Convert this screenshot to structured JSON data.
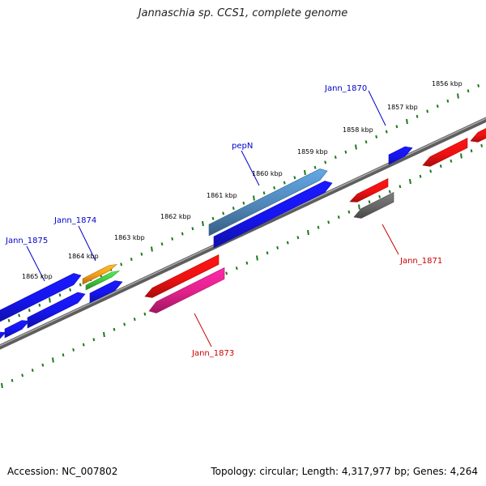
{
  "title": "Jannaschia sp. CCS1, complete genome",
  "footer": {
    "accession": "Accession: NC_007802",
    "topology": "Topology: circular; Length: 4,317,977 bp; Genes: 4,264"
  },
  "colors": {
    "backbone": "#808080",
    "tick": "#1a7a1a",
    "label_forward": "#0000cc",
    "label_reverse": "#cc0000",
    "blue": "#1515ee",
    "steel": "#4f86b8",
    "red": "#ee1111",
    "pink": "#e0218a",
    "gray": "#666666",
    "orange": "#f39a1a",
    "green": "#3ec23e"
  },
  "map": {
    "kbp_markers": [
      "1856 kbp",
      "1857 kbp",
      "1858 kbp",
      "1859 kbp",
      "1860 kbp",
      "1861 kbp",
      "1862 kbp",
      "1863 kbp",
      "1864 kbp",
      "1865 kbp"
    ],
    "gene_labels": [
      {
        "name": "Jann_1870",
        "strand": "forward"
      },
      {
        "name": "pepN",
        "strand": "forward"
      },
      {
        "name": "Jann_1874",
        "strand": "forward"
      },
      {
        "name": "Jann_1875",
        "strand": "forward"
      },
      {
        "name": "Jann_1871",
        "strand": "reverse"
      },
      {
        "name": "Jann_1873",
        "strand": "reverse"
      }
    ]
  }
}
